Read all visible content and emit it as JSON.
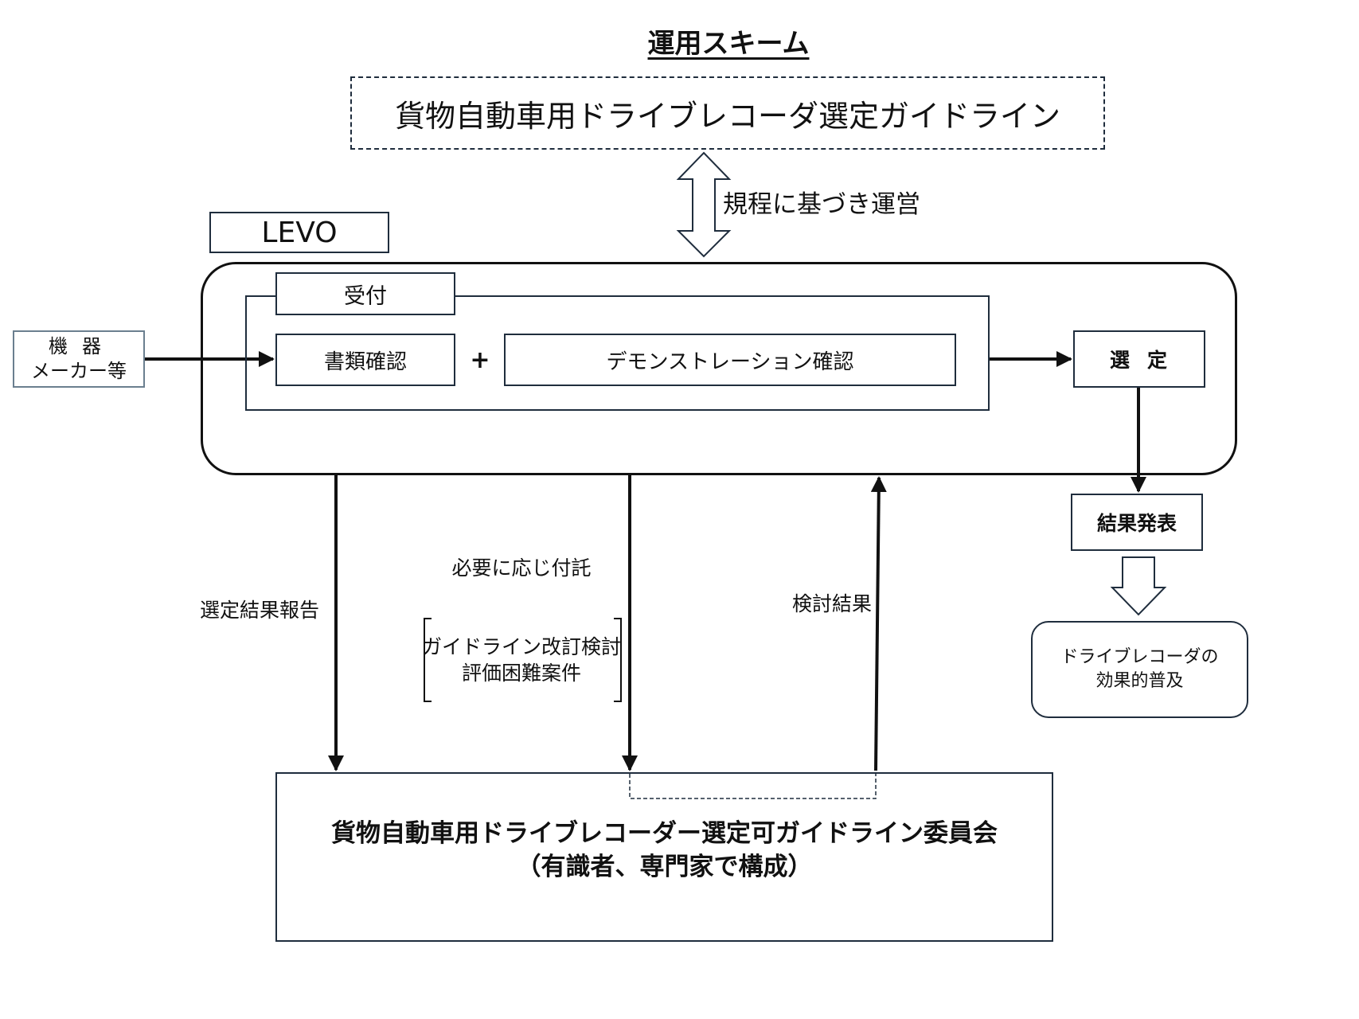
{
  "title": "運用スキーム",
  "guideline": "貨物自動車用ドライブレコーダ選定ガイドライン",
  "rule_label": "規程に基づき運営",
  "levo": "LEVO",
  "reception": {
    "label": "受付",
    "document_check": "書類確認",
    "plus": "+",
    "demo_check": "デモンストレーション確認"
  },
  "maker": {
    "line1": "機器",
    "line2": "メーカー等"
  },
  "selection": "選定",
  "result_announcement": "結果発表",
  "spread": {
    "line1": "ドライブレコーダの",
    "line2": "効果的普及"
  },
  "flows": {
    "report": "選定結果報告",
    "entrust": "必要に応じ付託",
    "entrust_items": [
      "ガイドライン改訂検討",
      "評価困難案件"
    ],
    "review": "検討結果"
  },
  "committee": {
    "line1": "貨物自動車用ドライブレコーダー選定可ガイドライン委員会",
    "line2": "（有識者、専門家で構成）"
  }
}
